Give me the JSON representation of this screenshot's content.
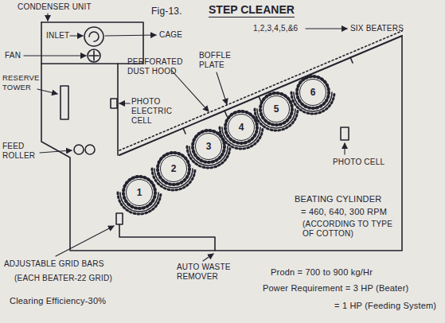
{
  "diagram": {
    "title": "STEP CLEANER",
    "nodes": [
      {
        "text": [
          "1"
        ]
      },
      {
        "text": [
          "2"
        ]
      },
      {
        "text": [
          "3"
        ]
      },
      {
        "text": [
          "4"
        ]
      },
      {
        "text": [
          "5"
        ]
      },
      {
        "text": [
          "6"
        ]
      }
    ],
    "labels": [
      "CONDENSER UNIT",
      "Fig-13.",
      "1,2,3,4,5,&6",
      "SIX BEATERS",
      "INLET",
      "CAGE",
      "FAN",
      "RESERVE TOWER",
      "PERFORATED DUST HOOD",
      "BOFFLE PLATE",
      "PHOTO ELECTRIC CELL",
      "FEED ROLLER",
      "PHOTO CELL",
      "BEATING CYLINDER",
      "= 460, 640, 300 RPM",
      "(ACCORDING TO TYPE OF COTTON)",
      "ADJUSTABLE GRID BARS",
      "(EACH BEATER-22 GRID)",
      "Clearing Efficiency-30%",
      "AUTO WASTE REMOVER",
      "Prodn = 700 to 900 kg/Hr",
      "Power Requirement = 3 HP (Beater)",
      "= 1 HP (Feeding System)"
    ]
  }
}
